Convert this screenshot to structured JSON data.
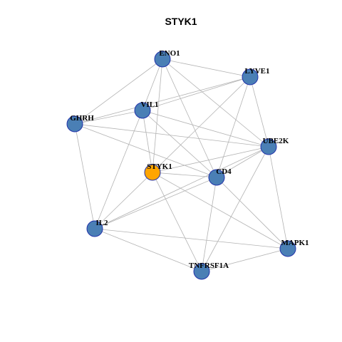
{
  "title": "STYK1",
  "colors": {
    "node_default": "#4a7fb5",
    "node_focus": "#ffa500",
    "node_border": "#2233aa",
    "edge": "#b3b3b3"
  },
  "nodes": [
    {
      "id": "ENO1",
      "label": "ENO1",
      "focus": false
    },
    {
      "id": "LYVE1",
      "label": "LYVE1",
      "focus": false
    },
    {
      "id": "VIL1",
      "label": "VIL1",
      "focus": false
    },
    {
      "id": "GHRH",
      "label": "GHRH",
      "focus": false
    },
    {
      "id": "UBE2K",
      "label": "UBE2K",
      "focus": false
    },
    {
      "id": "STYK1",
      "label": "STYK1",
      "focus": true
    },
    {
      "id": "CD4",
      "label": "CD4",
      "focus": false
    },
    {
      "id": "IL2",
      "label": "IL2",
      "focus": false
    },
    {
      "id": "MAPK1",
      "label": "MAPK1",
      "focus": false
    },
    {
      "id": "TNFRSF1A",
      "label": "TNFRSF1A",
      "focus": false
    }
  ],
  "edges": [
    [
      "ENO1",
      "LYVE1"
    ],
    [
      "ENO1",
      "VIL1"
    ],
    [
      "ENO1",
      "GHRH"
    ],
    [
      "ENO1",
      "UBE2K"
    ],
    [
      "ENO1",
      "STYK1"
    ],
    [
      "ENO1",
      "CD4"
    ],
    [
      "LYVE1",
      "VIL1"
    ],
    [
      "LYVE1",
      "GHRH"
    ],
    [
      "LYVE1",
      "UBE2K"
    ],
    [
      "LYVE1",
      "STYK1"
    ],
    [
      "LYVE1",
      "CD4"
    ],
    [
      "VIL1",
      "GHRH"
    ],
    [
      "VIL1",
      "UBE2K"
    ],
    [
      "VIL1",
      "STYK1"
    ],
    [
      "VIL1",
      "CD4"
    ],
    [
      "VIL1",
      "IL2"
    ],
    [
      "GHRH",
      "UBE2K"
    ],
    [
      "GHRH",
      "CD4"
    ],
    [
      "GHRH",
      "IL2"
    ],
    [
      "UBE2K",
      "STYK1"
    ],
    [
      "UBE2K",
      "CD4"
    ],
    [
      "UBE2K",
      "MAPK1"
    ],
    [
      "UBE2K",
      "TNFRSF1A"
    ],
    [
      "UBE2K",
      "IL2"
    ],
    [
      "STYK1",
      "CD4"
    ],
    [
      "STYK1",
      "IL2"
    ],
    [
      "STYK1",
      "TNFRSF1A"
    ],
    [
      "STYK1",
      "MAPK1"
    ],
    [
      "CD4",
      "MAPK1"
    ],
    [
      "CD4",
      "TNFRSF1A"
    ],
    [
      "CD4",
      "IL2"
    ],
    [
      "IL2",
      "MAPK1"
    ],
    [
      "IL2",
      "TNFRSF1A"
    ],
    [
      "MAPK1",
      "TNFRSF1A"
    ]
  ]
}
